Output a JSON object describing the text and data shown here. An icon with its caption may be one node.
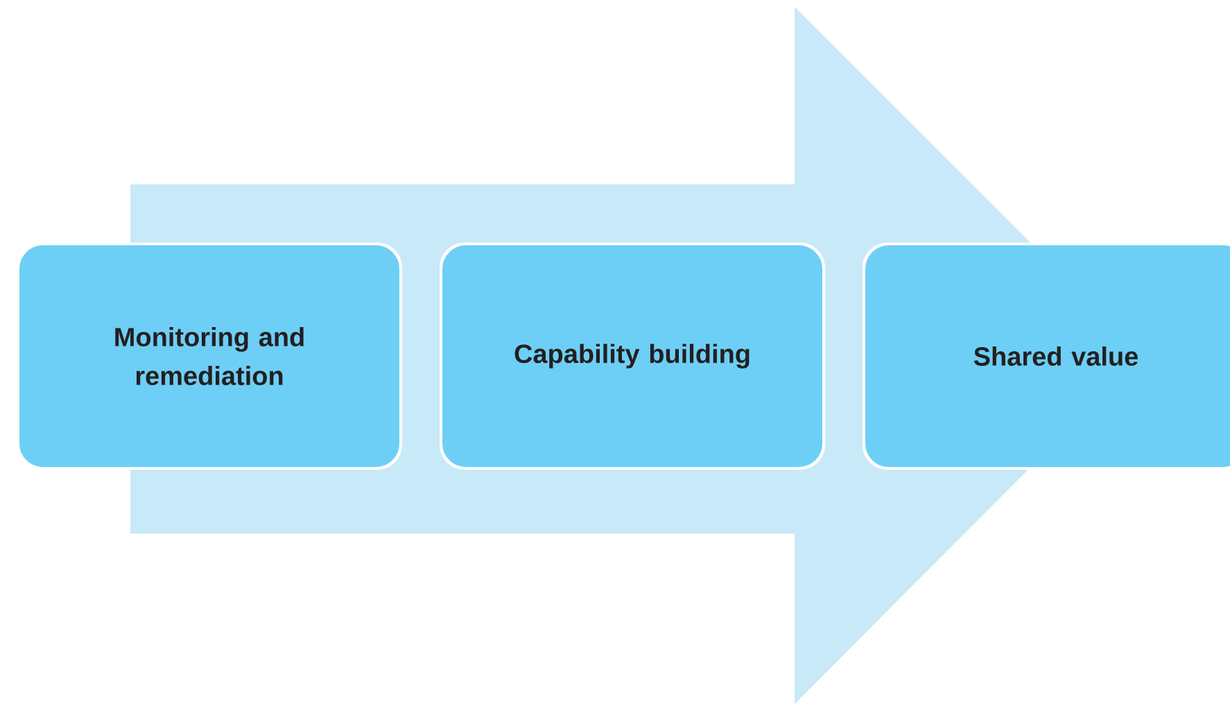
{
  "diagram": {
    "nodes": [
      {
        "text": [
          "Monitoring and remediation"
        ]
      },
      {
        "text": [
          "Capability building"
        ]
      },
      {
        "text": [
          "Shared value"
        ]
      }
    ],
    "edges": [
      {
        "from": 0,
        "to": 2,
        "arrow": "to"
      }
    ]
  }
}
